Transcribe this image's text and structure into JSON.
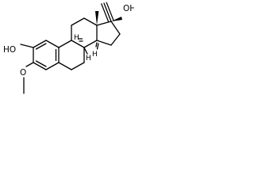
{
  "molecule": {
    "labels": {
      "ho_left": "HO",
      "methoxy_oxygen": "O",
      "oh_top": "OH",
      "h_c9": "H",
      "h_c8": "H",
      "h_c14": "H"
    }
  }
}
